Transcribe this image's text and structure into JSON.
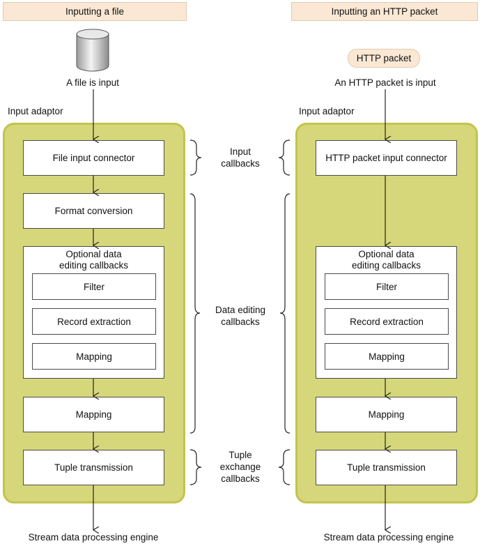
{
  "left": {
    "header": "Inputting a file",
    "source_caption": "A file is input",
    "adaptor_label": "Input adaptor",
    "connector": "File input connector",
    "format_conversion": "Format conversion",
    "optional": {
      "title_line1": "Optional data",
      "title_line2": "editing callbacks",
      "items": [
        "Filter",
        "Record extraction",
        "Mapping"
      ]
    },
    "mapping": "Mapping",
    "tuple": "Tuple transmission",
    "output": "Stream data processing engine"
  },
  "right": {
    "header": "Inputting an HTTP packet",
    "source_label": "HTTP packet",
    "source_caption": "An HTTP packet is input",
    "adaptor_label": "Input adaptor",
    "connector": "HTTP packet input connector",
    "optional": {
      "title_line1": "Optional data",
      "title_line2": "editing callbacks",
      "items": [
        "Filter",
        "Record extraction",
        "Mapping"
      ]
    },
    "mapping": "Mapping",
    "tuple": "Tuple transmission",
    "output": "Stream data processing engine"
  },
  "middle": {
    "input_callbacks": [
      "Input",
      "callbacks"
    ],
    "data_editing_callbacks": [
      "Data editing",
      "callbacks"
    ],
    "tuple_exchange_callbacks": [
      "Tuple",
      "exchange",
      "callbacks"
    ]
  }
}
